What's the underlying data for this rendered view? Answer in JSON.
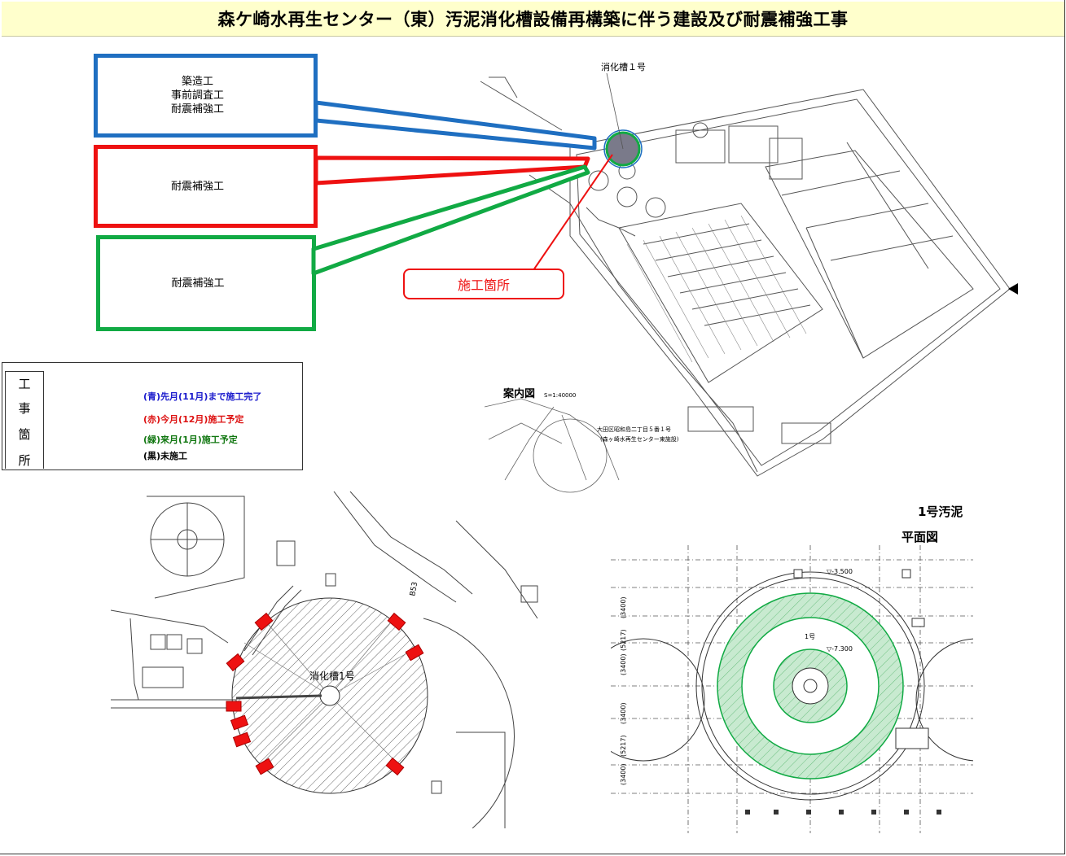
{
  "title": "森ケ崎水再生センター（東）汚泥消化槽設備再構築に伴う建設及び耐震補強工事",
  "callouts": {
    "blue": "築造工\n事前調査工\n耐震補強工",
    "red": "耐震補強工",
    "green": "耐震補強工"
  },
  "site_label": "施工箇所",
  "legend": {
    "heading_chars": [
      "工",
      "事",
      "箇",
      "所"
    ],
    "items": [
      {
        "text": "(青)先月(11月)まで施工完了",
        "color": "#1a1acc"
      },
      {
        "text": "(赤)今月(12月)施工予定",
        "color": "#dd1111"
      },
      {
        "text": "(緑)来月(1月)施工予定",
        "color": "#117711"
      },
      {
        "text": "(黒)未施工",
        "color": "#000000"
      }
    ]
  },
  "overview_map": {
    "label_tank1": "消化槽１号",
    "label_guide": "案内図",
    "guide_scale": "S=1:40000",
    "address_line1": "大田区昭和島二丁目５番１号",
    "address_line2": "(森ヶ崎水再生センター東施設)"
  },
  "detail_left": {
    "tank_label": "消化槽1号",
    "code_b53": "B53"
  },
  "detail_right": {
    "header": "1号汚泥",
    "subheader": "平面図",
    "center_label": "1号",
    "level_1": "▽-3.500",
    "level_2": "▽-7.300",
    "dims": [
      "(3400)",
      "(5217)",
      "(3400)",
      "(3400)",
      "(5217)",
      "(3400)"
    ]
  },
  "colors": {
    "blue": "#1f6fc1",
    "red": "#ee1111",
    "green": "#11aa44",
    "green_fill": "#c8ead0",
    "title_bg": "#ffffcc"
  }
}
